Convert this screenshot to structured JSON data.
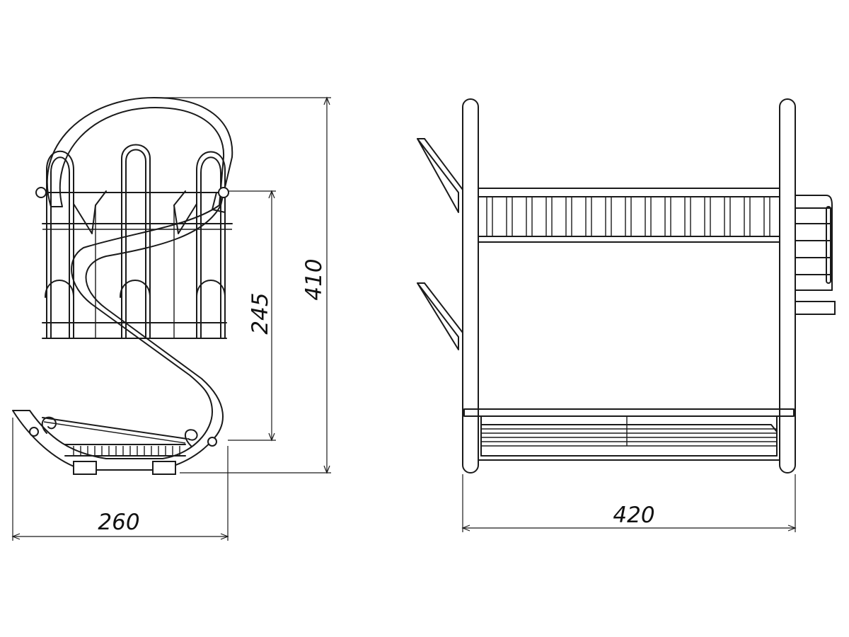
{
  "dimensions": {
    "depth": "260",
    "height_total": "410",
    "height_tier": "245",
    "width": "420"
  }
}
